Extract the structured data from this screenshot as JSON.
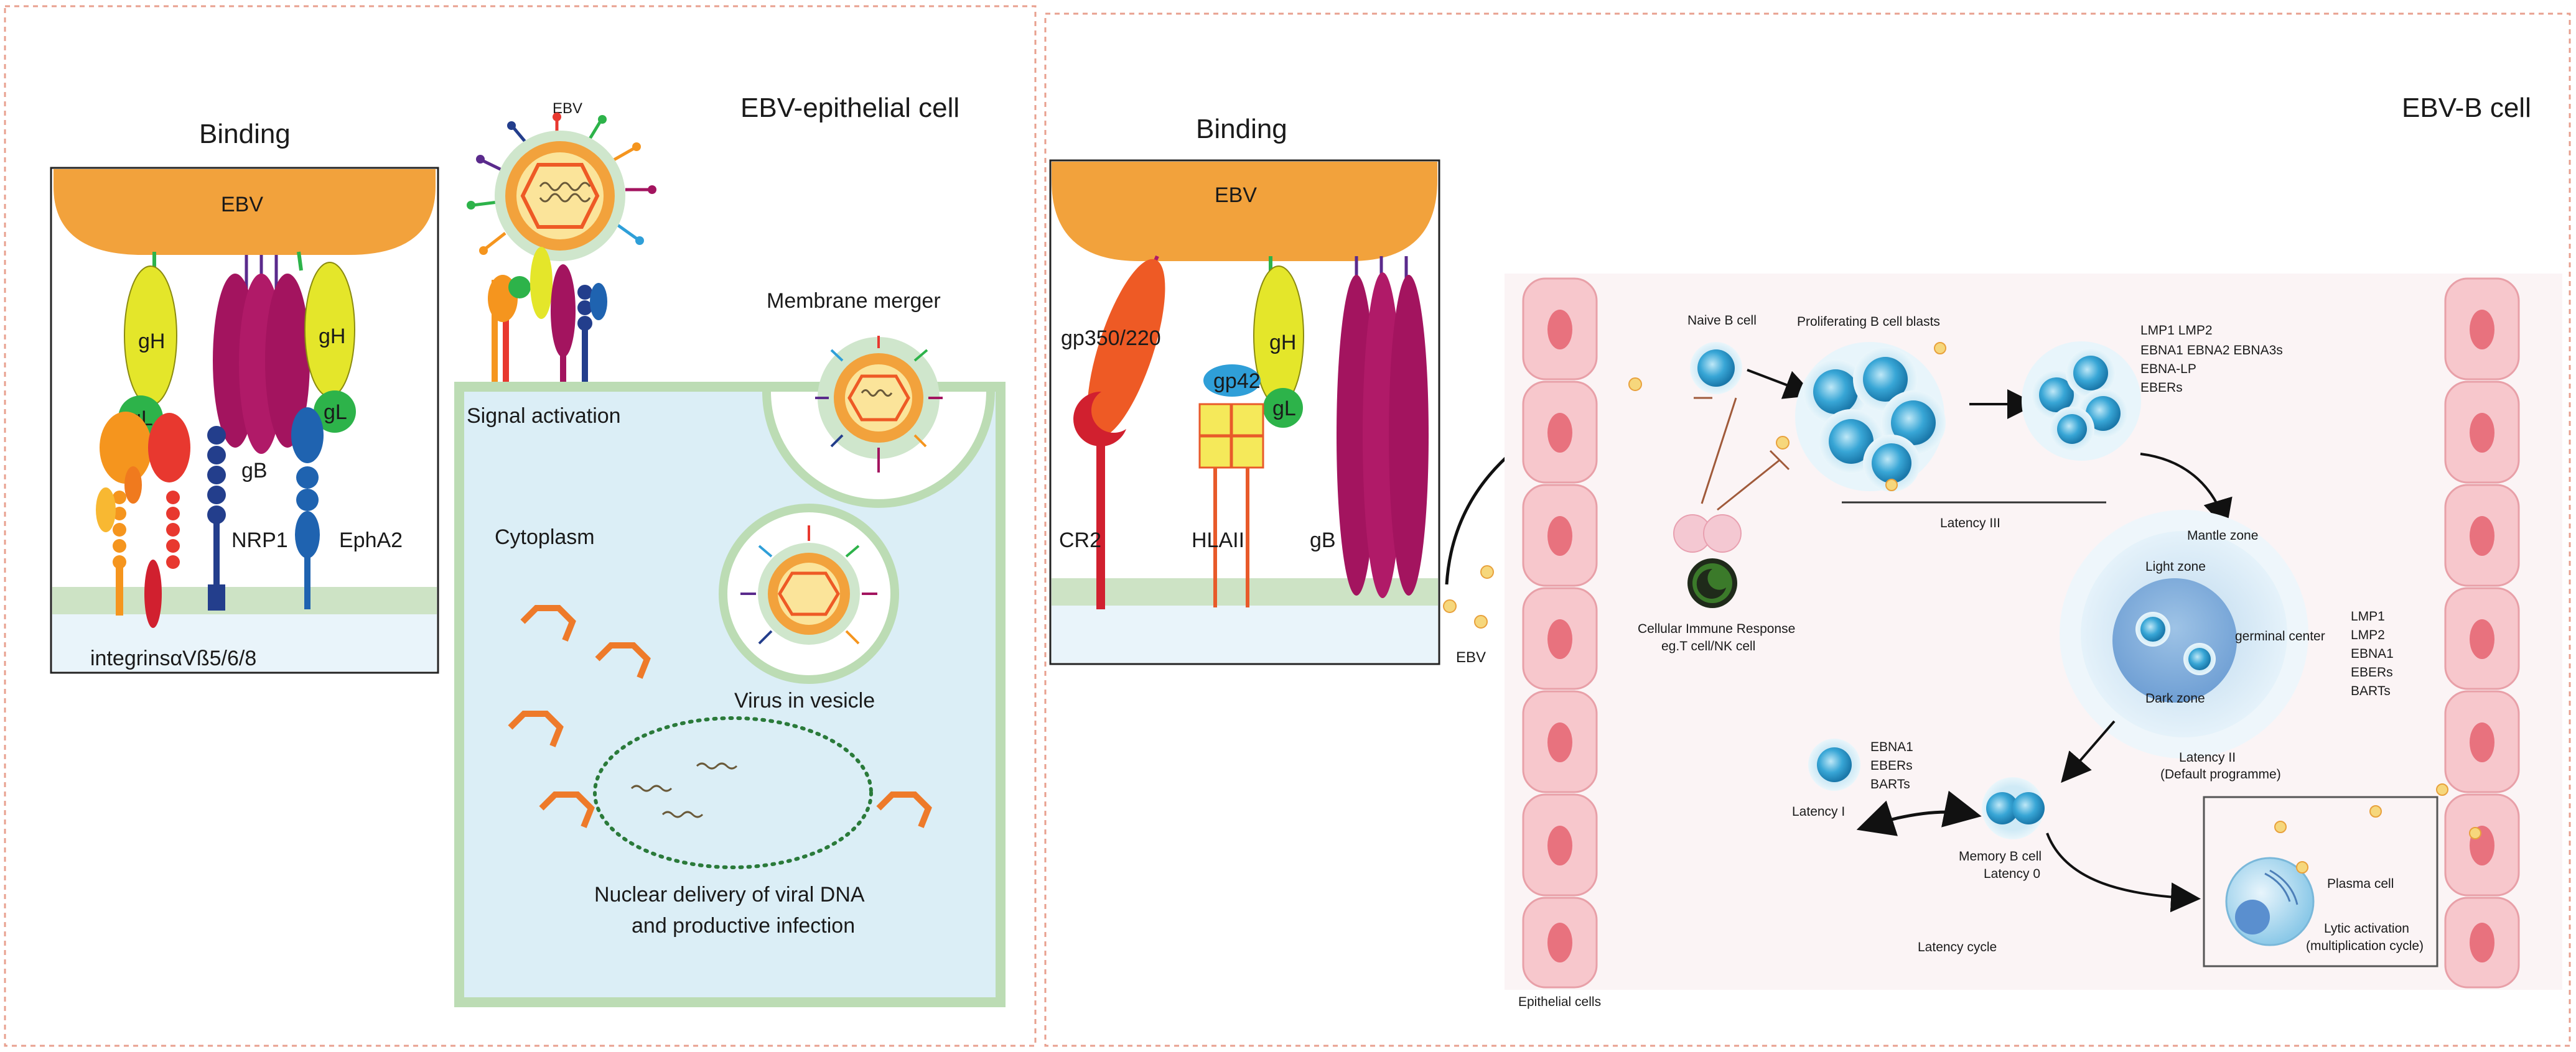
{
  "left_panel": {
    "title": "EBV-epithelial cell",
    "binding_title": "Binding",
    "binding": {
      "ebv": "EBV",
      "gH_left": "gH",
      "gL_left": "gL",
      "gB": "gB",
      "gH_right": "gH",
      "gL_right": "gL",
      "nrp1": "NRP1",
      "epha2": "EphA2",
      "integrins": "integrinsαVß5/6/8"
    },
    "entry": {
      "ebv": "EBV",
      "signal_activation": "Signal activation",
      "membrane_merger": "Membrane merger",
      "cytoplasm": "Cytoplasm",
      "virus_in_vesicle": "Virus in vesicle",
      "nuclear_delivery_1": "Nuclear delivery of viral DNA",
      "nuclear_delivery_2": "and productive infection"
    }
  },
  "right_panel": {
    "title": "EBV-B cell",
    "binding_title": "Binding",
    "binding": {
      "ebv": "EBV",
      "gp350": "gp350/220",
      "gH": "gH",
      "gp42": "gp42",
      "gL": "gL",
      "cr2": "CR2",
      "hlaii": "HLAII",
      "gB": "gB"
    },
    "ebv_outside": "EBV",
    "cycle": {
      "naive_b_cell": "Naive B cell",
      "proliferating": "Proliferating B cell blasts",
      "latency3_genes": [
        "LMP1 LMP2",
        "EBNA1 EBNA2 EBNA3s",
        "EBNA-LP",
        "EBERs"
      ],
      "latency3": "Latency III",
      "immune_1": "Cellular Immune Response",
      "immune_2": "eg.T cell/NK cell",
      "mantle_zone": "Mantle zone",
      "light_zone": "Light zone",
      "germinal_center": "germinal center",
      "dark_zone": "Dark zone",
      "latency2_genes": [
        "LMP1",
        "LMP2",
        "EBNA1",
        "EBERs",
        "BARTs"
      ],
      "latency2": "Latency II",
      "latency2_sub": "(Default programme)",
      "latency1_genes": [
        "EBNA1",
        "EBERs",
        "BARTs"
      ],
      "latency1": "Latency I",
      "memory_b_cell": "Memory B cell",
      "latency0": "Latency 0",
      "plasma_cell": "Plasma cell",
      "lytic_1": "Lytic activation",
      "lytic_2": "(multiplication cycle)",
      "latency_cycle": "Latency cycle",
      "epithelial_cells": "Epithelial cells"
    }
  },
  "colors": {
    "ebv_orange": "#f2a23c",
    "membrane_green": "#cde3c5",
    "cytoplasm_blue": "#dbeef6",
    "gH_yellow": "#e4e62a",
    "gL_green": "#2db34a",
    "gB_magenta": "#a3145f",
    "nrp1_navy": "#233e8c",
    "epha2_blue": "#1f63b0",
    "integrin_red": "#e8382f",
    "integrin_orange": "#f5951e",
    "gp350_orange": "#ee5a25",
    "cr2_red": "#d1202f",
    "hla_yellow": "#f5e95a",
    "gp42_blue": "#2f9fd8",
    "epithelial_pink": "#f7c7cc",
    "b_cell_blue": "#2b8fc4",
    "dashed_border": "#e8a08f"
  }
}
